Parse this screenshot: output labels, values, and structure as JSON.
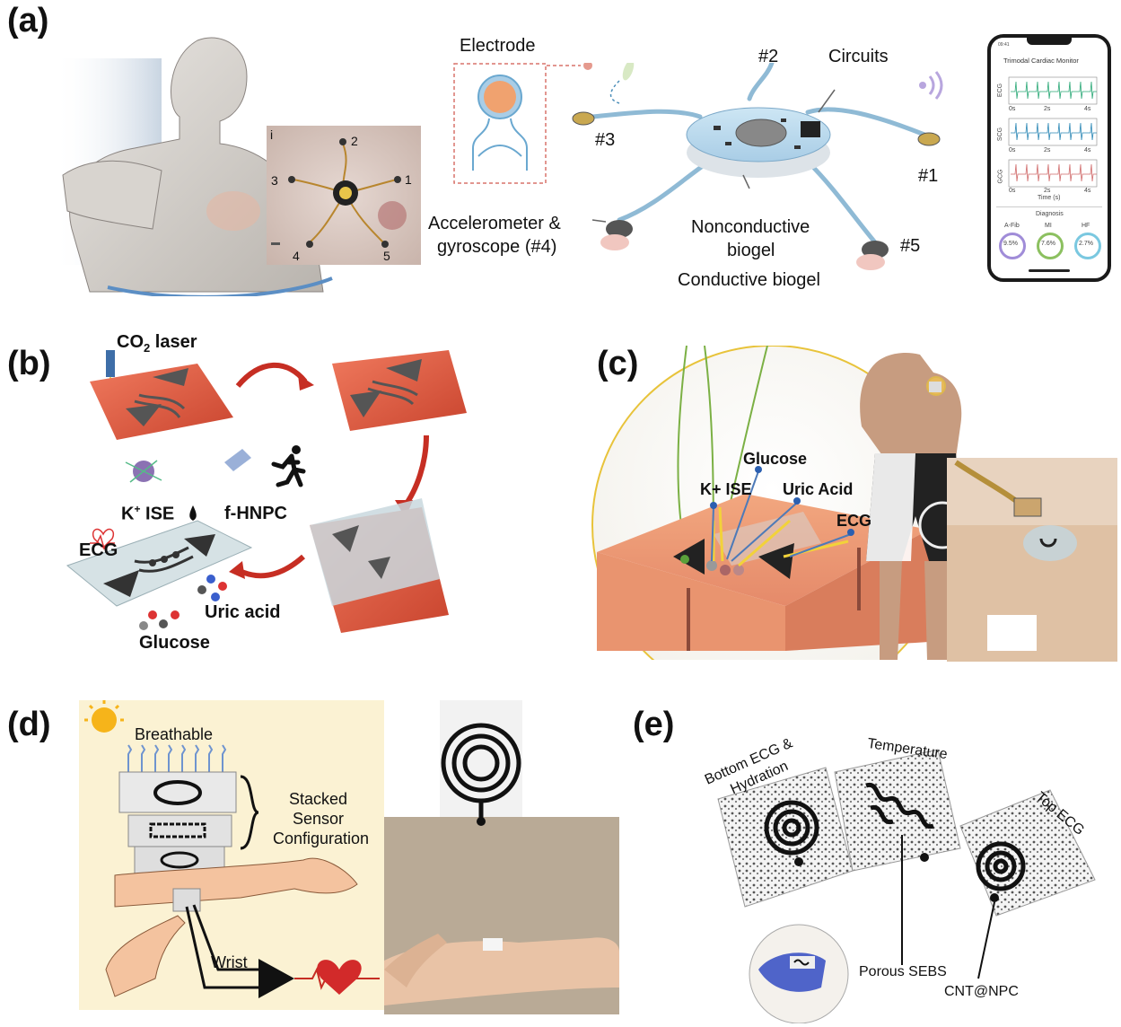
{
  "panels": {
    "a": {
      "letter": "(a)",
      "inset_numbers": [
        "i",
        "2",
        "3",
        "1",
        "4",
        "5"
      ],
      "labels": {
        "electrode": "Electrode",
        "n2": "#2",
        "circuits": "Circuits",
        "n3": "#3",
        "n1": "#1",
        "accel1": "Accelerometer &",
        "accel2": "gyroscope (#4)",
        "noncond1": "Nonconductive",
        "noncond2": "biogel",
        "n5": "#5",
        "cond": "Conductive biogel"
      },
      "phone": {
        "time": "09:41",
        "title": "Trimodal Cardiac Monitor",
        "rows": [
          {
            "label": "ECG",
            "color": "#2aa876",
            "ticks": [
              "0s",
              "2s",
              "4s"
            ]
          },
          {
            "label": "SCG",
            "color": "#2b87b5",
            "ticks": [
              "0s",
              "2s",
              "4s"
            ]
          },
          {
            "label": "GCG",
            "color": "#d06a6a",
            "ticks": [
              "0s",
              "2s",
              "4s"
            ]
          }
        ],
        "xlabel": "Time (s)",
        "diagnosis_title": "Diagnosis",
        "diagnosis": [
          {
            "name": "A-Fib",
            "value": "9.5%",
            "color": "#a08cd8"
          },
          {
            "name": "MI",
            "value": "7.6%",
            "color": "#8cc060"
          },
          {
            "name": "HF",
            "value": "2.7%",
            "color": "#7ac8e0"
          }
        ]
      }
    },
    "b": {
      "letter": "(b)",
      "labels": {
        "co2": "CO",
        "co2_sub": "2",
        "co2_rest": " laser",
        "kise": "K",
        "kise_sup": "+",
        "kise_rest": " ISE",
        "fhnpc": "f-HNPC",
        "ecg": "ECG",
        "uric": "Uric acid",
        "glucose": "Glucose"
      }
    },
    "c": {
      "letter": "(c)",
      "labels": {
        "glucose": "Glucose",
        "kise": "K+ ISE",
        "uric": "Uric Acid",
        "ecg": "ECG"
      }
    },
    "d": {
      "letter": "(d)",
      "labels": {
        "breathable": "Breathable",
        "stacked1": "Stacked",
        "stacked2": "Sensor",
        "stacked3": "Configuration",
        "wrist": "Wrist"
      }
    },
    "e": {
      "letter": "(e)",
      "labels": {
        "bottom1": "Bottom ECG &",
        "bottom2": "Hydration",
        "temperature": "Temperature",
        "top": "Top ECG",
        "porous": "Porous SEBS",
        "cnt": "CNT@NPC"
      }
    }
  }
}
